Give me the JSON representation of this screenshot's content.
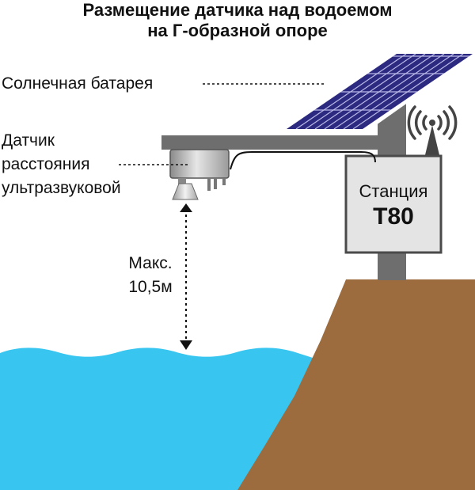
{
  "title": {
    "line1": "Размещение датчика над водоемом",
    "line2": "на Г-образной опоре"
  },
  "labels": {
    "solar_panel": "Солнечная батарея",
    "sensor_line1": "Датчик",
    "sensor_line2": "расстояния",
    "sensor_line3": "ультразвуковой",
    "max_line1": "Макс.",
    "max_line2": "10,5м"
  },
  "station": {
    "name": "Станция",
    "model": "T80"
  },
  "colors": {
    "water": "#38c6f0",
    "ground": "#9c6b3e",
    "pole": "#707070",
    "solar_panel": "#2c2a80",
    "station_box": "#e4e4e4"
  }
}
